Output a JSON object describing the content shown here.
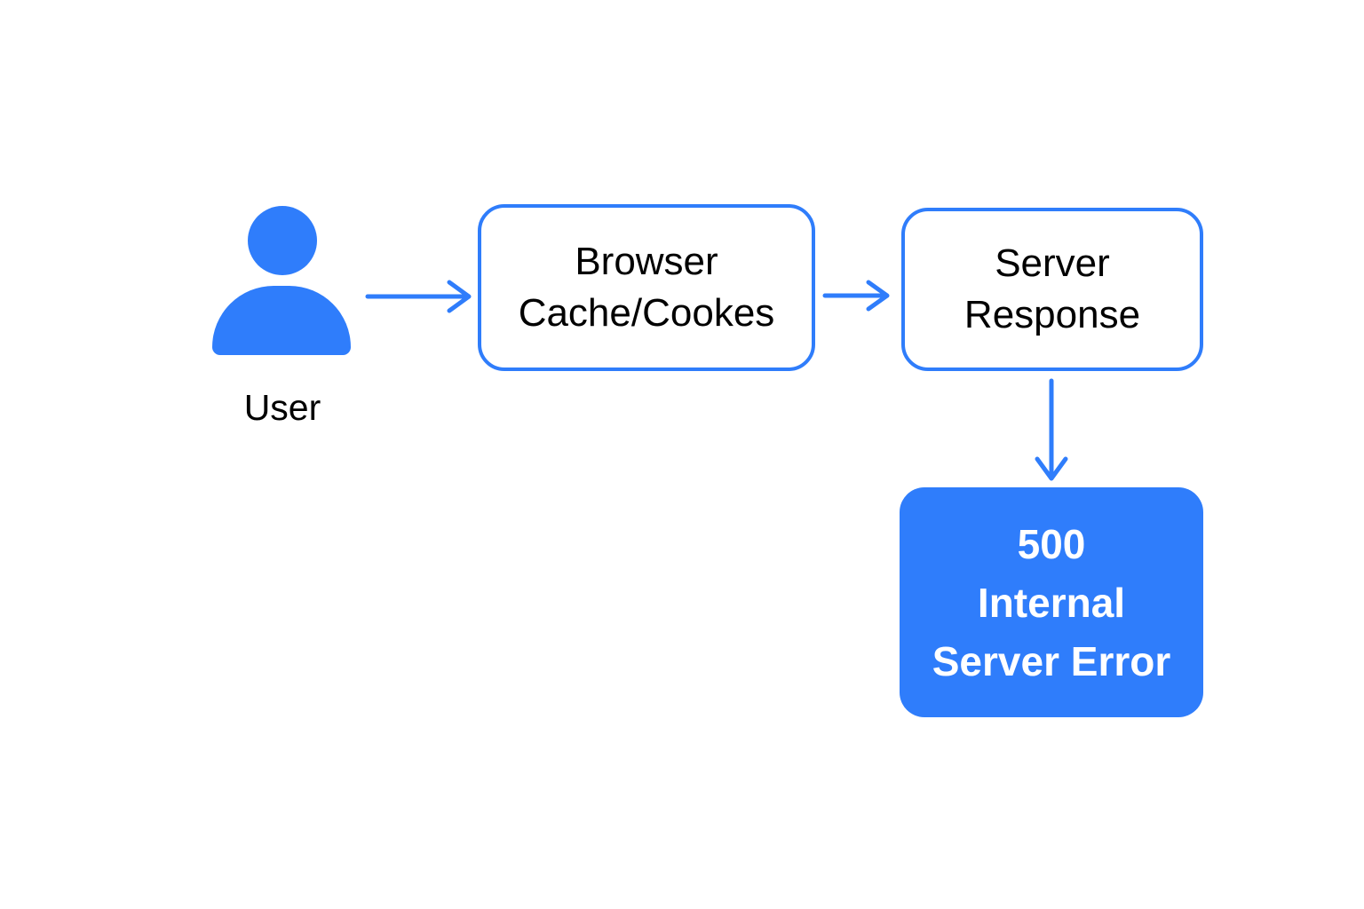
{
  "diagram": {
    "background_color": "#FFFFFF",
    "brand_color": "#2F7DFB",
    "text_color": "#000000",
    "inverse_text_color": "#FFFFFF",
    "actor": {
      "icon": "user-person-icon",
      "label": "User"
    },
    "nodes": [
      {
        "id": "browser-cache",
        "style": "outline",
        "lines": [
          "Browser",
          "Cache/Cookes"
        ]
      },
      {
        "id": "server-response",
        "style": "outline",
        "lines": [
          "Server",
          "Response"
        ]
      },
      {
        "id": "error-500",
        "style": "filled",
        "lines": [
          "500",
          "Internal",
          "Server Error"
        ]
      }
    ],
    "connectors": [
      {
        "id": "user-to-browser",
        "from": "user",
        "to": "browser-cache",
        "direction": "right",
        "arrowhead": "open-chevron"
      },
      {
        "id": "browser-to-server",
        "from": "browser-cache",
        "to": "server-response",
        "direction": "right",
        "arrowhead": "open-chevron"
      },
      {
        "id": "server-to-error",
        "from": "server-response",
        "to": "error-500",
        "direction": "down",
        "arrowhead": "open-chevron"
      }
    ]
  }
}
